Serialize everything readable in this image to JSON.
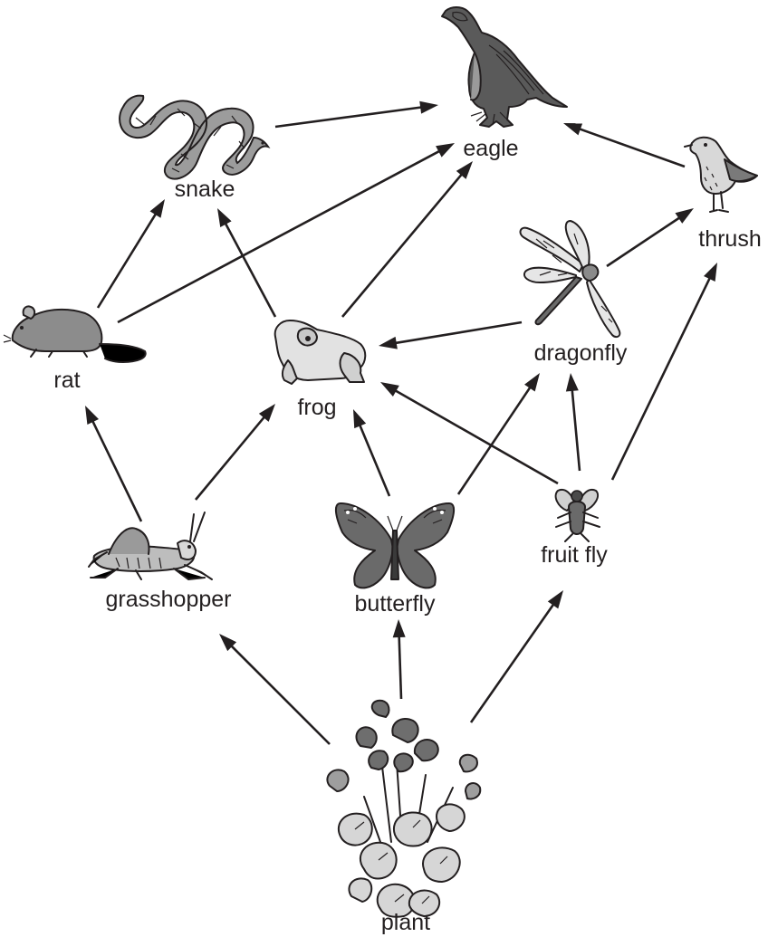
{
  "organisms": {
    "eagle": "eagle",
    "snake": "snake",
    "thrush": "thrush",
    "rat": "rat",
    "frog": "frog",
    "dragonfly": "dragonfly",
    "grasshopper": "grasshopper",
    "butterfly": "butterfly",
    "fruit_fly": "fruit fly",
    "plant": "plant"
  },
  "feeding_links": [
    {
      "from": "plant",
      "to": "grasshopper"
    },
    {
      "from": "plant",
      "to": "butterfly"
    },
    {
      "from": "plant",
      "to": "fruit fly"
    },
    {
      "from": "grasshopper",
      "to": "rat"
    },
    {
      "from": "grasshopper",
      "to": "frog"
    },
    {
      "from": "butterfly",
      "to": "frog"
    },
    {
      "from": "butterfly",
      "to": "dragonfly"
    },
    {
      "from": "fruit fly",
      "to": "frog"
    },
    {
      "from": "fruit fly",
      "to": "dragonfly"
    },
    {
      "from": "fruit fly",
      "to": "thrush"
    },
    {
      "from": "rat",
      "to": "snake"
    },
    {
      "from": "rat",
      "to": "eagle"
    },
    {
      "from": "frog",
      "to": "snake"
    },
    {
      "from": "frog",
      "to": "eagle"
    },
    {
      "from": "dragonfly",
      "to": "frog"
    },
    {
      "from": "dragonfly",
      "to": "thrush"
    },
    {
      "from": "snake",
      "to": "eagle"
    },
    {
      "from": "thrush",
      "to": "eagle"
    }
  ],
  "icons": [
    "eagle-icon",
    "snake-icon",
    "thrush-icon",
    "rat-icon",
    "frog-icon",
    "dragonfly-icon",
    "grasshopper-icon",
    "butterfly-icon",
    "fruit-fly-icon",
    "plant-icon"
  ]
}
